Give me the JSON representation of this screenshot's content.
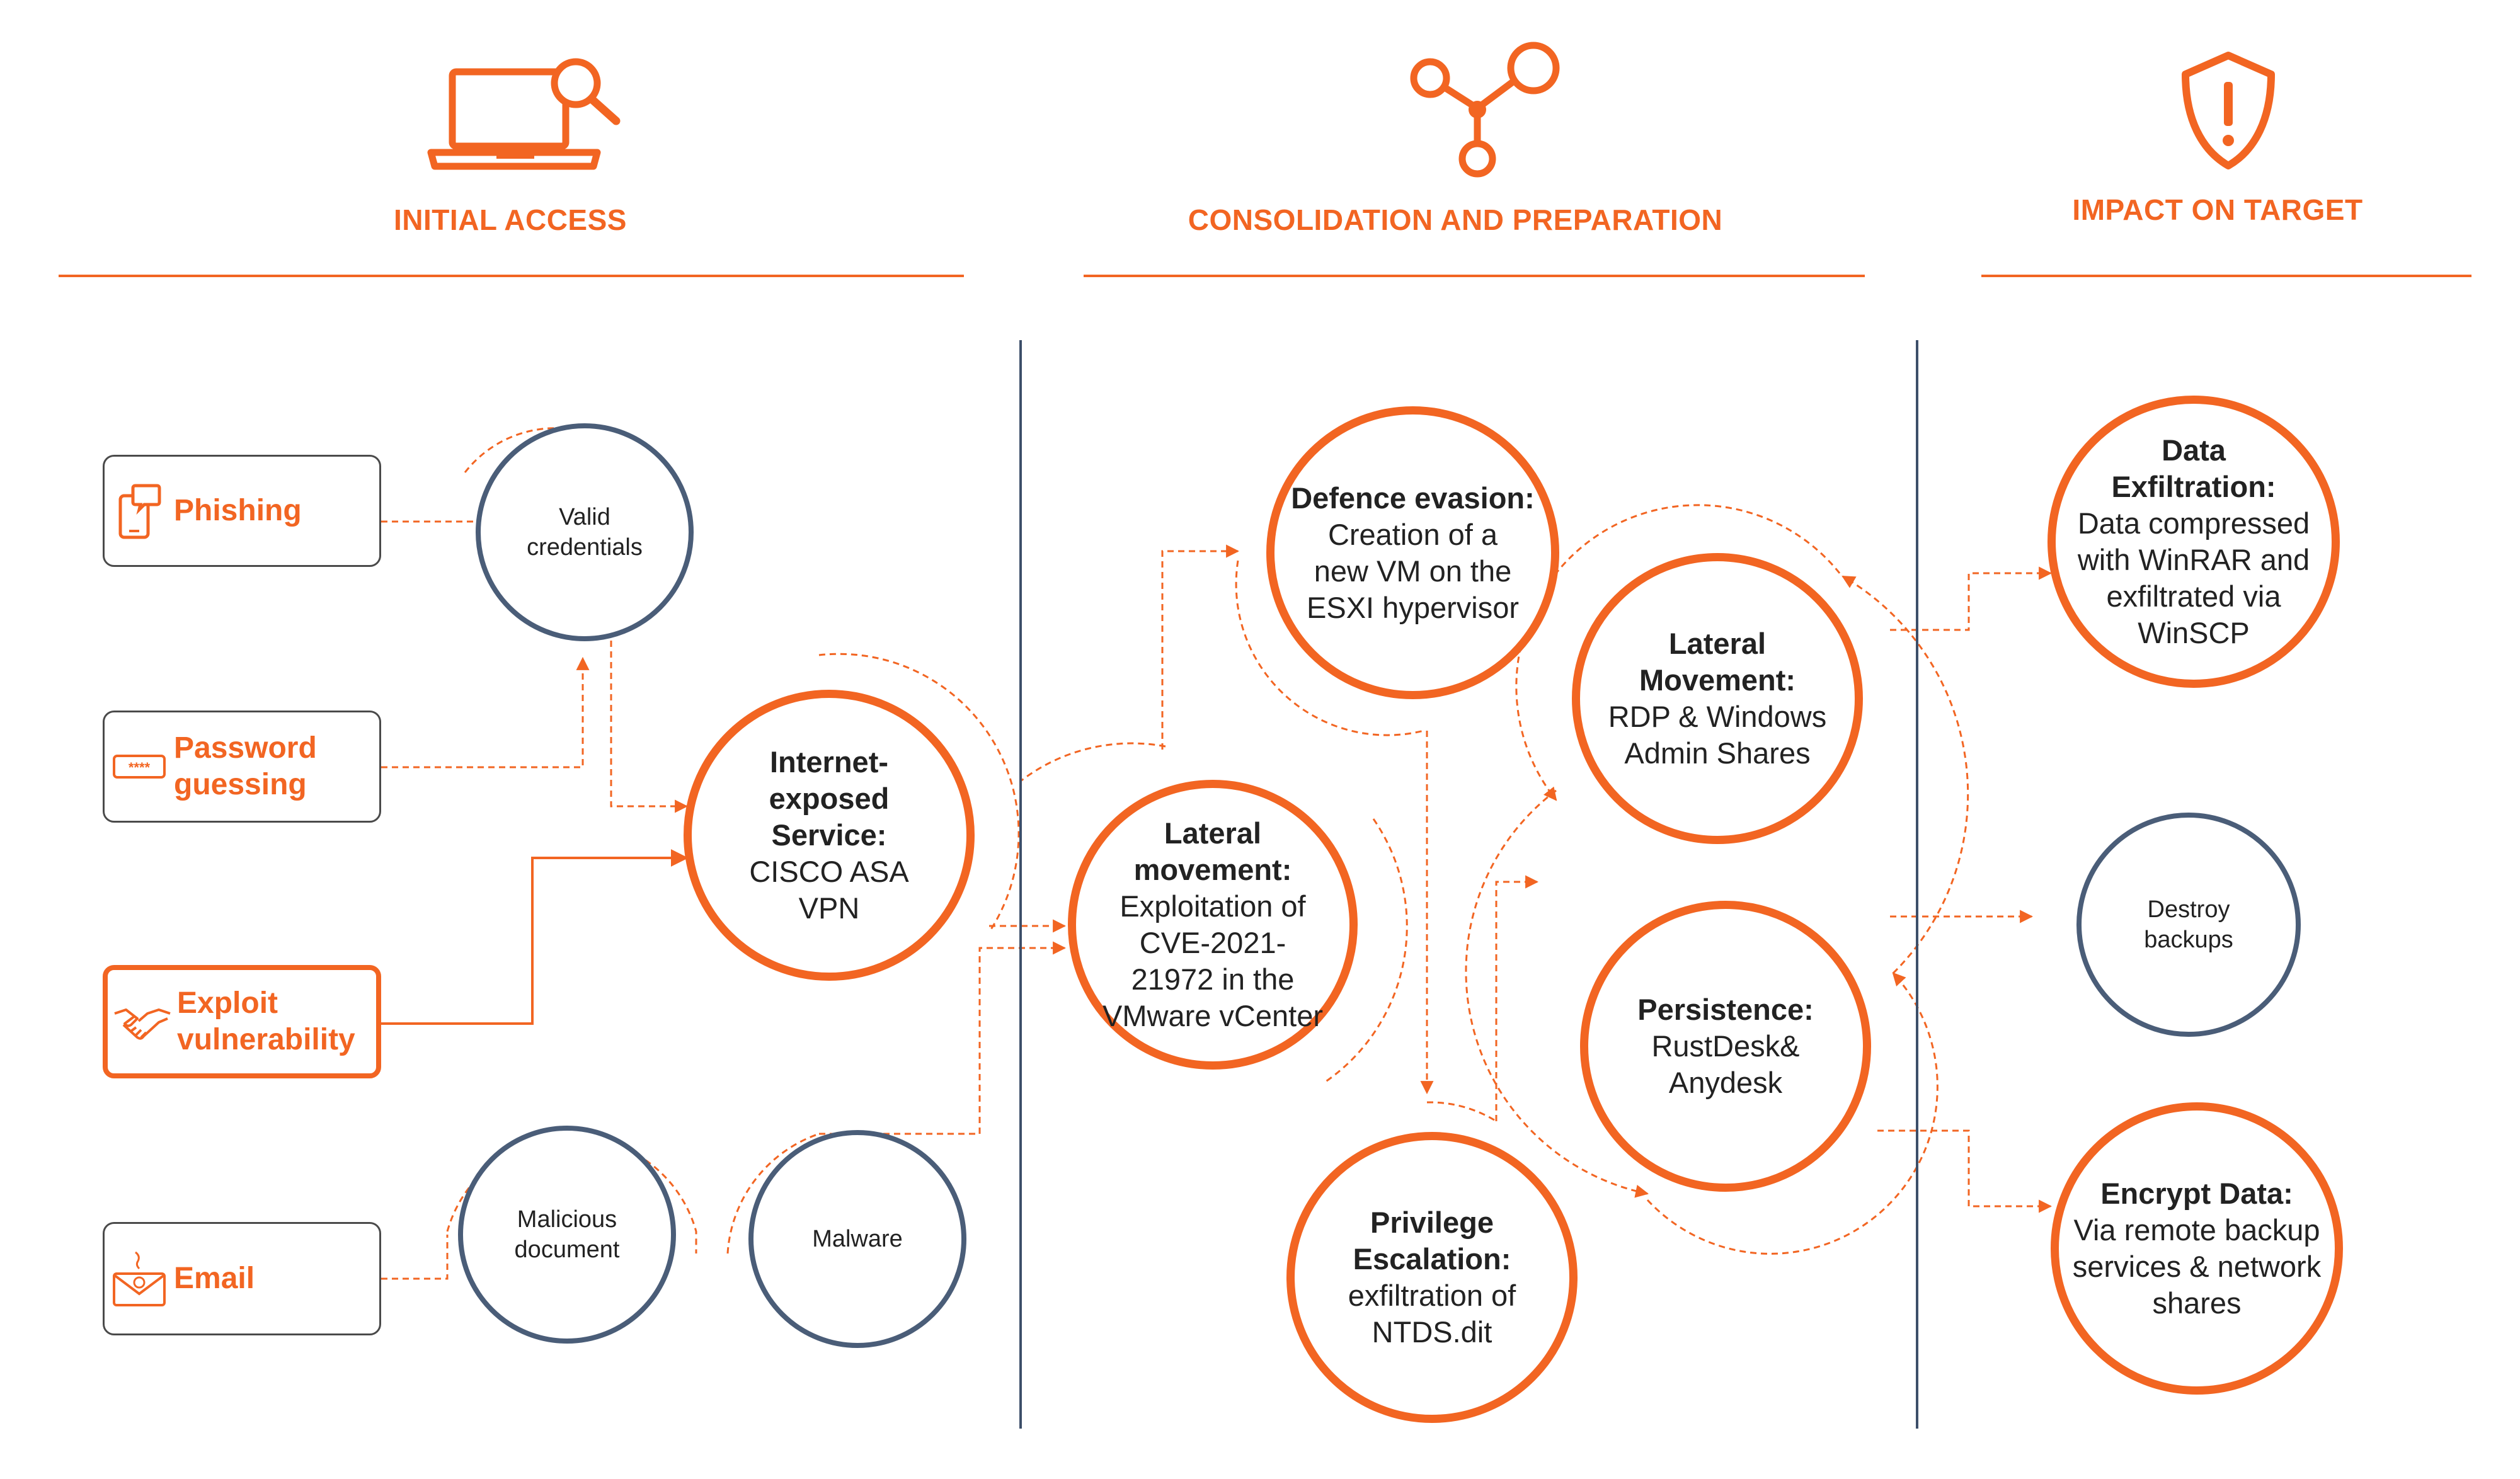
{
  "headers": {
    "initial_access": "INITIAL ACCESS",
    "consolidation": "CONSOLIDATION AND PREPARATION",
    "impact": "IMPACT ON TARGET"
  },
  "header_icons": [
    "laptop-search-icon",
    "network-nodes-icon",
    "shield-alert-icon"
  ],
  "access_methods": [
    {
      "label": "Phishing",
      "icon": "phone-chat-icon",
      "highlighted": false
    },
    {
      "label": "Password guessing",
      "icon": "password-field-icon",
      "highlighted": false
    },
    {
      "label": "Exploit vulnerability",
      "icon": "handshake-icon",
      "highlighted": true
    },
    {
      "label": "Email",
      "icon": "envelope-icon",
      "highlighted": false
    }
  ],
  "nodes": {
    "valid_credentials": {
      "body": "Valid credentials"
    },
    "malicious_document": {
      "body": "Malicious document"
    },
    "malware": {
      "body": "Malware"
    },
    "internet_service": {
      "title": "Internet-exposed Service:",
      "body": "CISCO ASA VPN"
    },
    "lateral_vcenter": {
      "title": "Lateral movement:",
      "body": "Exploitation of CVE-2021-21972 in the VMware vCenter"
    },
    "defence_evasion": {
      "title": "Defence evasion:",
      "body": "Creation of a new VM on the ESXI hypervisor"
    },
    "privilege_escalation": {
      "title": "Privilege Escalation:",
      "body": "exfiltration of NTDS.dit"
    },
    "lateral_rdp": {
      "title": "Lateral Movement:",
      "body": "RDP & Windows Admin Shares"
    },
    "persistence": {
      "title": "Persistence:",
      "body": "RustDesk& Anydesk"
    },
    "data_exfiltration": {
      "title": "Data Exfiltration:",
      "body": "Data compressed with WinRAR and exfiltrated via WinSCP"
    },
    "destroy_backups": {
      "body": "Destroy backups"
    },
    "encrypt_data": {
      "title": "Encrypt Data:",
      "body": "Via remote backup services & network shares"
    }
  },
  "colors": {
    "accent": "#f26522",
    "gray": "#4a5d78",
    "divider": "#3d4f6a",
    "text": "#222222"
  }
}
